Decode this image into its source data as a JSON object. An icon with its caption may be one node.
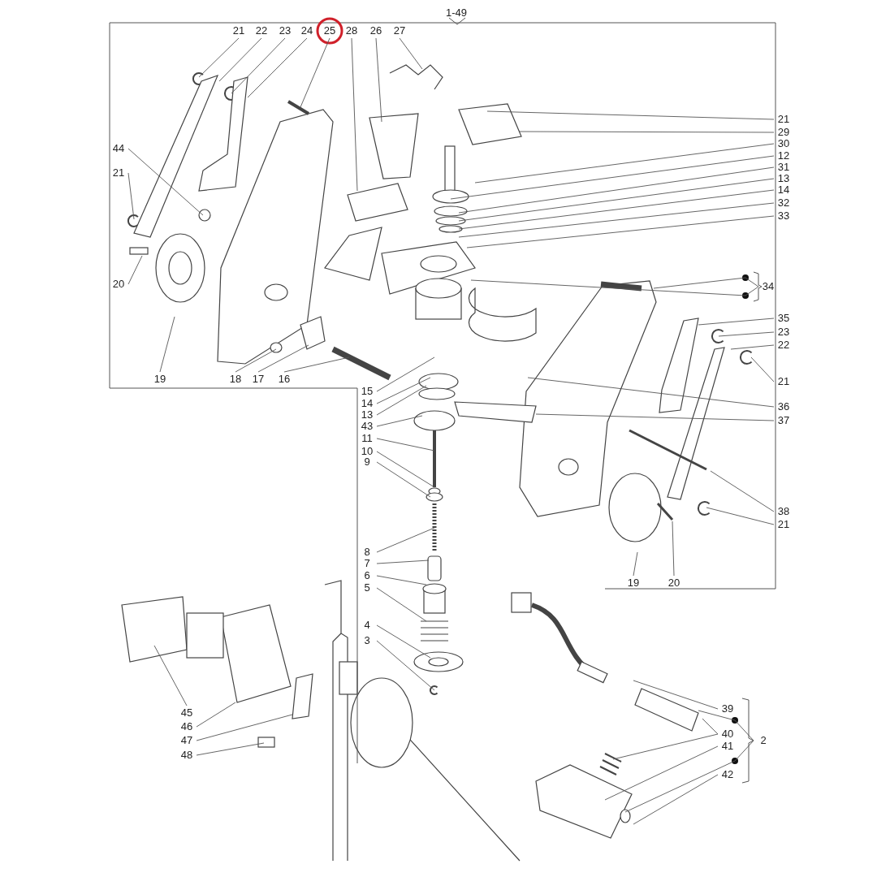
{
  "diagram": {
    "nodes": [
      {
        "text": [
          "21"
        ]
      },
      {
        "text": [
          "22"
        ]
      },
      {
        "text": [
          "23"
        ]
      },
      {
        "text": [
          "24"
        ]
      },
      {
        "text": [
          "25"
        ]
      },
      {
        "text": [
          "28"
        ]
      },
      {
        "text": [
          "26"
        ]
      },
      {
        "text": [
          "27"
        ]
      },
      {
        "text": [
          "21"
        ]
      },
      {
        "text": [
          "29"
        ]
      },
      {
        "text": [
          "30"
        ]
      },
      {
        "text": [
          "12"
        ]
      },
      {
        "text": [
          "31"
        ]
      },
      {
        "text": [
          "13"
        ]
      },
      {
        "text": [
          "14"
        ]
      },
      {
        "text": [
          "32"
        ]
      },
      {
        "text": [
          "33"
        ]
      },
      {
        "text": [
          "34"
        ]
      },
      {
        "text": [
          "35"
        ]
      },
      {
        "text": [
          "23"
        ]
      },
      {
        "text": [
          "22"
        ]
      },
      {
        "text": [
          "21"
        ]
      },
      {
        "text": [
          "36"
        ]
      },
      {
        "text": [
          "37"
        ]
      },
      {
        "text": [
          "38"
        ]
      },
      {
        "text": [
          "21"
        ]
      },
      {
        "text": [
          "19"
        ]
      },
      {
        "text": [
          "20"
        ]
      },
      {
        "text": [
          "44"
        ]
      },
      {
        "text": [
          "21"
        ]
      },
      {
        "text": [
          "20"
        ]
      },
      {
        "text": [
          "19"
        ]
      },
      {
        "text": [
          "18"
        ]
      },
      {
        "text": [
          "17"
        ]
      },
      {
        "text": [
          "16"
        ]
      },
      {
        "text": [
          "15"
        ]
      },
      {
        "text": [
          "14"
        ]
      },
      {
        "text": [
          "13"
        ]
      },
      {
        "text": [
          "43"
        ]
      },
      {
        "text": [
          "11"
        ]
      },
      {
        "text": [
          "10"
        ]
      },
      {
        "text": [
          "9"
        ]
      },
      {
        "text": [
          "8"
        ]
      },
      {
        "text": [
          "7"
        ]
      },
      {
        "text": [
          "6"
        ]
      },
      {
        "text": [
          "5"
        ]
      },
      {
        "text": [
          "4"
        ]
      },
      {
        "text": [
          "3"
        ]
      },
      {
        "text": [
          "45"
        ]
      },
      {
        "text": [
          "46"
        ]
      },
      {
        "text": [
          "47"
        ]
      },
      {
        "text": [
          "48"
        ]
      },
      {
        "text": [
          "39"
        ]
      },
      {
        "text": [
          "40"
        ]
      },
      {
        "text": [
          "41"
        ]
      },
      {
        "text": [
          "42"
        ]
      },
      {
        "text": [
          "2"
        ]
      }
    ],
    "edges": [
      {
        "from": 0,
        "to": null,
        "arrow": "none"
      },
      {
        "from": 1,
        "to": null,
        "arrow": "none"
      },
      {
        "from": 2,
        "to": null,
        "arrow": "none"
      },
      {
        "from": 3,
        "to": null,
        "arrow": "none"
      },
      {
        "from": 4,
        "to": null,
        "arrow": "none"
      },
      {
        "from": 5,
        "to": null,
        "arrow": "none"
      },
      {
        "from": 6,
        "to": null,
        "arrow": "none"
      },
      {
        "from": 7,
        "to": null,
        "arrow": "none"
      },
      {
        "from": 8,
        "to": null,
        "arrow": "none"
      },
      {
        "from": 9,
        "to": null,
        "arrow": "none"
      },
      {
        "from": 10,
        "to": null,
        "arrow": "none"
      },
      {
        "from": 11,
        "to": null,
        "arrow": "none"
      },
      {
        "from": 12,
        "to": null,
        "arrow": "none"
      },
      {
        "from": 13,
        "to": null,
        "arrow": "none"
      },
      {
        "from": 14,
        "to": null,
        "arrow": "none"
      },
      {
        "from": 15,
        "to": null,
        "arrow": "none"
      },
      {
        "from": 16,
        "to": null,
        "arrow": "none"
      },
      {
        "from": 17,
        "to": null,
        "arrow": "none"
      },
      {
        "from": 17,
        "to": null,
        "arrow": "none"
      },
      {
        "from": 18,
        "to": null,
        "arrow": "none"
      },
      {
        "from": 19,
        "to": null,
        "arrow": "none"
      },
      {
        "from": 20,
        "to": null,
        "arrow": "none"
      },
      {
        "from": 21,
        "to": null,
        "arrow": "none"
      },
      {
        "from": 22,
        "to": null,
        "arrow": "none"
      },
      {
        "from": 23,
        "to": null,
        "arrow": "none"
      },
      {
        "from": 24,
        "to": null,
        "arrow": "none"
      },
      {
        "from": 25,
        "to": null,
        "arrow": "none"
      },
      {
        "from": 26,
        "to": null,
        "arrow": "none"
      },
      {
        "from": 27,
        "to": null,
        "arrow": "none"
      },
      {
        "from": 28,
        "to": null,
        "arrow": "none"
      },
      {
        "from": 29,
        "to": null,
        "arrow": "none"
      },
      {
        "from": 30,
        "to": null,
        "arrow": "none"
      },
      {
        "from": 31,
        "to": null,
        "arrow": "none"
      },
      {
        "from": 32,
        "to": null,
        "arrow": "none"
      },
      {
        "from": 33,
        "to": null,
        "arrow": "none"
      },
      {
        "from": 34,
        "to": null,
        "arrow": "none"
      },
      {
        "from": 35,
        "to": null,
        "arrow": "none"
      },
      {
        "from": 36,
        "to": null,
        "arrow": "none"
      },
      {
        "from": 37,
        "to": null,
        "arrow": "none"
      },
      {
        "from": 38,
        "to": null,
        "arrow": "none"
      },
      {
        "from": 39,
        "to": null,
        "arrow": "none"
      },
      {
        "from": 40,
        "to": null,
        "arrow": "none"
      },
      {
        "from": 41,
        "to": null,
        "arrow": "none"
      },
      {
        "from": 42,
        "to": null,
        "arrow": "none"
      },
      {
        "from": 43,
        "to": null,
        "arrow": "none"
      },
      {
        "from": 44,
        "to": null,
        "arrow": "none"
      },
      {
        "from": 45,
        "to": null,
        "arrow": "none"
      },
      {
        "from": 46,
        "to": null,
        "arrow": "none"
      },
      {
        "from": 47,
        "to": null,
        "arrow": "none"
      },
      {
        "from": 48,
        "to": null,
        "arrow": "none"
      },
      {
        "from": 49,
        "to": null,
        "arrow": "none"
      },
      {
        "from": 50,
        "to": null,
        "arrow": "none"
      },
      {
        "from": 51,
        "to": null,
        "arrow": "none"
      },
      {
        "from": 52,
        "to": null,
        "arrow": "none"
      },
      {
        "from": 53,
        "to": null,
        "arrow": "none"
      },
      {
        "from": 53,
        "to": null,
        "arrow": "none"
      },
      {
        "from": 54,
        "to": null,
        "arrow": "none"
      },
      {
        "from": 55,
        "to": null,
        "arrow": "none"
      },
      {
        "from": 56,
        "to": null,
        "arrow": "none"
      },
      {
        "from": 56,
        "to": null,
        "arrow": "none"
      }
    ],
    "labels": [
      "1-49"
    ]
  }
}
